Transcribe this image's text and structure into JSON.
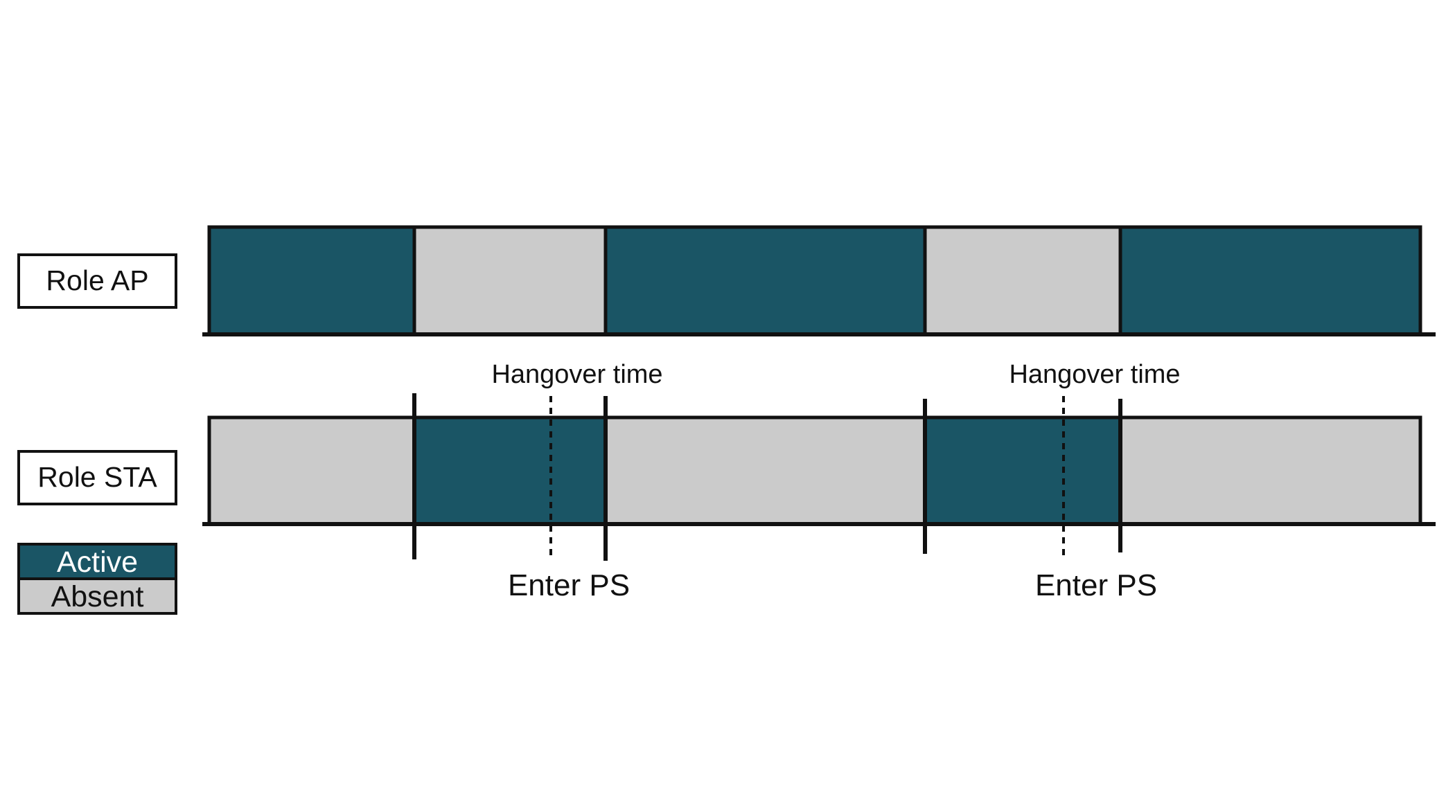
{
  "colors": {
    "active": "#1a5565",
    "absent": "#cbcbcb",
    "stroke": "#111111",
    "background": "#ffffff"
  },
  "rows": [
    {
      "label": "Role AP",
      "segments": [
        {
          "state": "active"
        },
        {
          "state": "absent"
        },
        {
          "state": "active"
        },
        {
          "state": "absent"
        },
        {
          "state": "active"
        }
      ]
    },
    {
      "label": "Role STA",
      "segments": [
        {
          "state": "absent"
        },
        {
          "state": "active"
        },
        {
          "state": "absent"
        },
        {
          "state": "active"
        },
        {
          "state": "absent"
        }
      ]
    }
  ],
  "annotations": [
    {
      "hangover_label": "Hangover time",
      "enter_label": "Enter PS"
    },
    {
      "hangover_label": "Hangover time",
      "enter_label": "Enter PS"
    }
  ],
  "legend": {
    "active_label": "Active",
    "absent_label": "Absent"
  }
}
